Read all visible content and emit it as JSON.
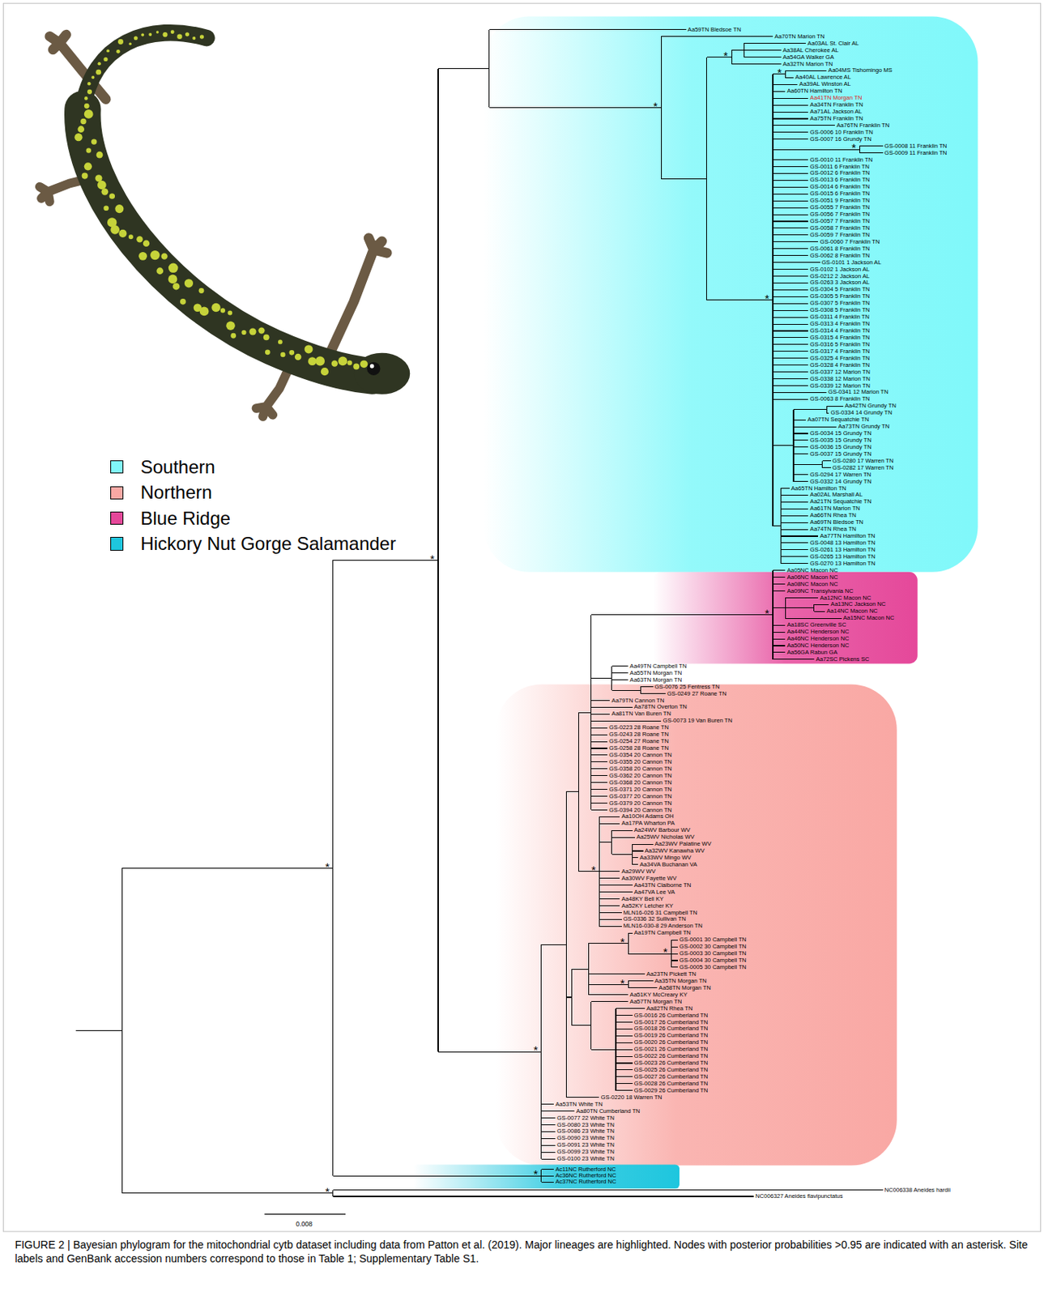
{
  "diagram": {
    "caption": "FIGURE 2 | Bayesian phylogram for the mitochondrial cytb dataset including data from Patton et al. (2019). Major lineages are highlighted. Nodes with posterior probabilities >0.95 are indicated with an asterisk. Site labels and GenBank accession numbers correspond to those in Table 1; Supplementary Table S1.",
    "labels": [
      "Aa59TN Bledsoe TN",
      "Aa70TN Marion TN",
      "Aa03AL St. Clair AL",
      "Aa38AL Cherokee AL",
      "Aa54GA Walker GA",
      "Aa32TN Marion TN",
      "Aa04MS Tishomingo MS",
      "Aa40AL Lawrence AL",
      "Aa39AL Winston AL",
      "Aa60TN Hamilton TN",
      "Aa41TN Morgan TN",
      "Aa34TN Franklin TN",
      "Aa71AL Jackson AL",
      "Aa75TN Franklin TN",
      "Aa76TN Franklin TN",
      "GS-0006 10 Franklin TN",
      "GS-0007 16 Grundy TN",
      "GS-0008 11 Franklin TN",
      "GS-0009 11 Franklin TN",
      "GS-0010 11 Franklin TN",
      "GS-0011 6 Franklin TN",
      "GS-0012 6 Franklin TN",
      "GS-0013 6 Franklin TN",
      "GS-0014 6 Franklin TN",
      "GS-0015 6 Franklin TN",
      "GS-0051 9 Franklin TN",
      "GS-0055 7 Franklin TN",
      "GS-0056 7 Franklin TN",
      "GS-0057 7 Franklin TN",
      "GS-0058 7 Franklin TN",
      "GS-0059 7 Franklin TN",
      "GS-0060 7 Franklin TN",
      "GS-0061 8 Franklin TN",
      "GS-0062 8 Franklin TN",
      "GS-0101 1 Jackson AL",
      "GS-0102 1 Jackson AL",
      "GS-0212 2 Jackson AL",
      "GS-0263 3 Jackson AL",
      "GS-0304 5 Franklin TN",
      "GS-0305 5 Franklin TN",
      "GS-0307 5 Franklin TN",
      "GS-0308 5 Franklin TN",
      "GS-0311 4 Franklin TN",
      "GS-0313 4 Franklin TN",
      "GS-0314 4 Franklin TN",
      "GS-0315 4 Franklin TN",
      "GS-0316 5 Franklin TN",
      "GS-0317 4 Franklin TN",
      "GS-0325 4 Franklin TN",
      "GS-0328 4 Franklin TN",
      "GS-0337 12 Marion TN",
      "GS-0338 12 Marion TN",
      "GS-0339 12 Marion TN",
      "GS-0341 12 Marion TN",
      "GS-0063 8 Franklin TN",
      "Aa42TN Grundy TN",
      "GS-0334 14 Grundy TN",
      "Aa07TN Sequatchie TN",
      "Aa73TN Grundy TN",
      "GS-0034 15 Grundy TN",
      "GS-0035 15 Grundy TN",
      "GS-0036 15 Grundy TN",
      "GS-0037 15 Grundy TN",
      "GS-0280 17 Warren TN",
      "GS-0282 17 Warren TN",
      "GS-0294 17 Warren TN",
      "GS-0332 14 Grundy TN",
      "Aa65TN Hamilton TN",
      "Aa02AL Marshall AL",
      "Aa21TN Sequatchie TN",
      "Aa61TN Marion TN",
      "Aa66TN Rhea TN",
      "Aa69TN Bledsoe TN",
      "Aa74TN Rhea TN",
      "Aa77TN Hamilton TN",
      "GS-0048 13 Hamilton TN",
      "GS-0261 13 Hamilton TN",
      "GS-0265 13 Hamilton TN",
      "GS-0270 13 Hamilton TN",
      "Aa05NC Macon NC",
      "Aa06NC Macon NC",
      "Aa08NC Macon NC",
      "Aa09NC Transylvania NC",
      "Aa12NC Macon NC",
      "Aa13NC Jackson NC",
      "Aa14NC Macon NC",
      "Aa15NC Macon NC",
      "Aa18SC Greenville SC",
      "Aa44NC Henderson NC",
      "Aa46NC Henderson NC",
      "Aa50NC Henderson NC",
      "Aa56GA Rabun GA",
      "Aa72SC Pickens SC",
      "Aa49TN Campbell TN",
      "Aa55TN Morgan TN",
      "Aa63TN Morgan TN",
      "GS-0076 25 Fentress TN",
      "GS-0249 27 Roane TN",
      "Aa79TN Cannon TN",
      "Aa78TN Overton TN",
      "Aa81TN Van Buren TN",
      "GS-0073 19 Van Buren TN",
      "GS-0223 28 Roane TN",
      "GS-0243 28 Roane TN",
      "GS-0254 27 Roane TN",
      "GS-0258 28 Roane TN",
      "GS-0354 20 Cannon TN",
      "GS-0355 20 Cannon TN",
      "GS-0358 20 Cannon TN",
      "GS-0362 20 Cannon TN",
      "GS-0368 20 Cannon TN",
      "GS-0371 20 Cannon TN",
      "GS-0377 20 Cannon TN",
      "GS-0379 20 Cannon TN",
      "GS-0394 20 Cannon TN",
      "Aa10OH Adams OH",
      "Aa17PA Wharton PA",
      "Aa24WV Barbour WV",
      "Aa25WV Nicholas WV",
      "Aa23WV Palatine WV",
      "Aa32WV Kanawha WV",
      "Aa33WV Mingo WV",
      "Aa34VA Buchanan VA",
      "Aa29WV WV",
      "Aa30WV Fayette WV",
      "Aa43TN Claiborne TN",
      "Aa47VA Lee VA",
      "Aa48KY Bell KY",
      "Aa52KY Letcher KY",
      "MLN16-026 31 Campbell TN",
      "GS-0336 32 Sullivan TN",
      "MLN16-030-8 29 Anderson TN",
      "Aa19TN Campbell TN",
      "GS-0001 30 Campbell TN",
      "GS-0002 30 Campbell TN",
      "GS-0003 30 Campbell TN",
      "GS-0004 30 Campbell TN",
      "GS-0005 30 Campbell TN",
      "Aa23TN Pickett TN",
      "Aa35TN Morgan TN",
      "Aa58TN Morgan TN",
      "Aa51KY McCreary KY",
      "Aa57TN Morgan TN",
      "Aa82TN Rhea TN",
      "GS-0016 26 Cumberland TN",
      "GS-0017 26 Cumberland TN",
      "GS-0018 26 Cumberland TN",
      "GS-0019 26 Cumberland TN",
      "GS-0020 26 Cumberland TN",
      "GS-0021 26 Cumberland TN",
      "GS-0022 26 Cumberland TN",
      "GS-0023 26 Cumberland TN",
      "GS-0025 26 Cumberland TN",
      "GS-0027 26 Cumberland TN",
      "GS-0028 26 Cumberland TN",
      "GS-0029 26 Cumberland TN",
      "GS-0220 18 Warren TN",
      "Aa53TN White TN",
      "Aa80TN Cumberland TN",
      "GS-0077 22 White TN",
      "GS-0080 23 White TN",
      "GS-0086 23 White TN",
      "GS-0090 23 White TN",
      "GS-0091 23 White TN",
      "GS-0099 23 White TN",
      "GS-0100 23 White TN",
      "Ac11NC Rutherford NC",
      "Ac36NC Rutherford NC",
      "Ac37NC Rutherford NC",
      "NC006338 Aneides hardii",
      "NC006327 Aneides flavipunctatus",
      "*",
      "*",
      "*",
      "*",
      "*",
      "*",
      "*",
      "*",
      "*",
      "*",
      "*",
      "*",
      "*",
      "*",
      "*",
      "0.008"
    ],
    "legend": [
      {
        "text": "Southern",
        "color": "#80f8fa"
      },
      {
        "text": "Northern",
        "color": "#f9a8a4"
      },
      {
        "text": "Blue Ridge",
        "color": "#e5489a"
      },
      {
        "text": "Hickory Nut Gorge Salamander",
        "color": "#1ec6de"
      }
    ]
  }
}
